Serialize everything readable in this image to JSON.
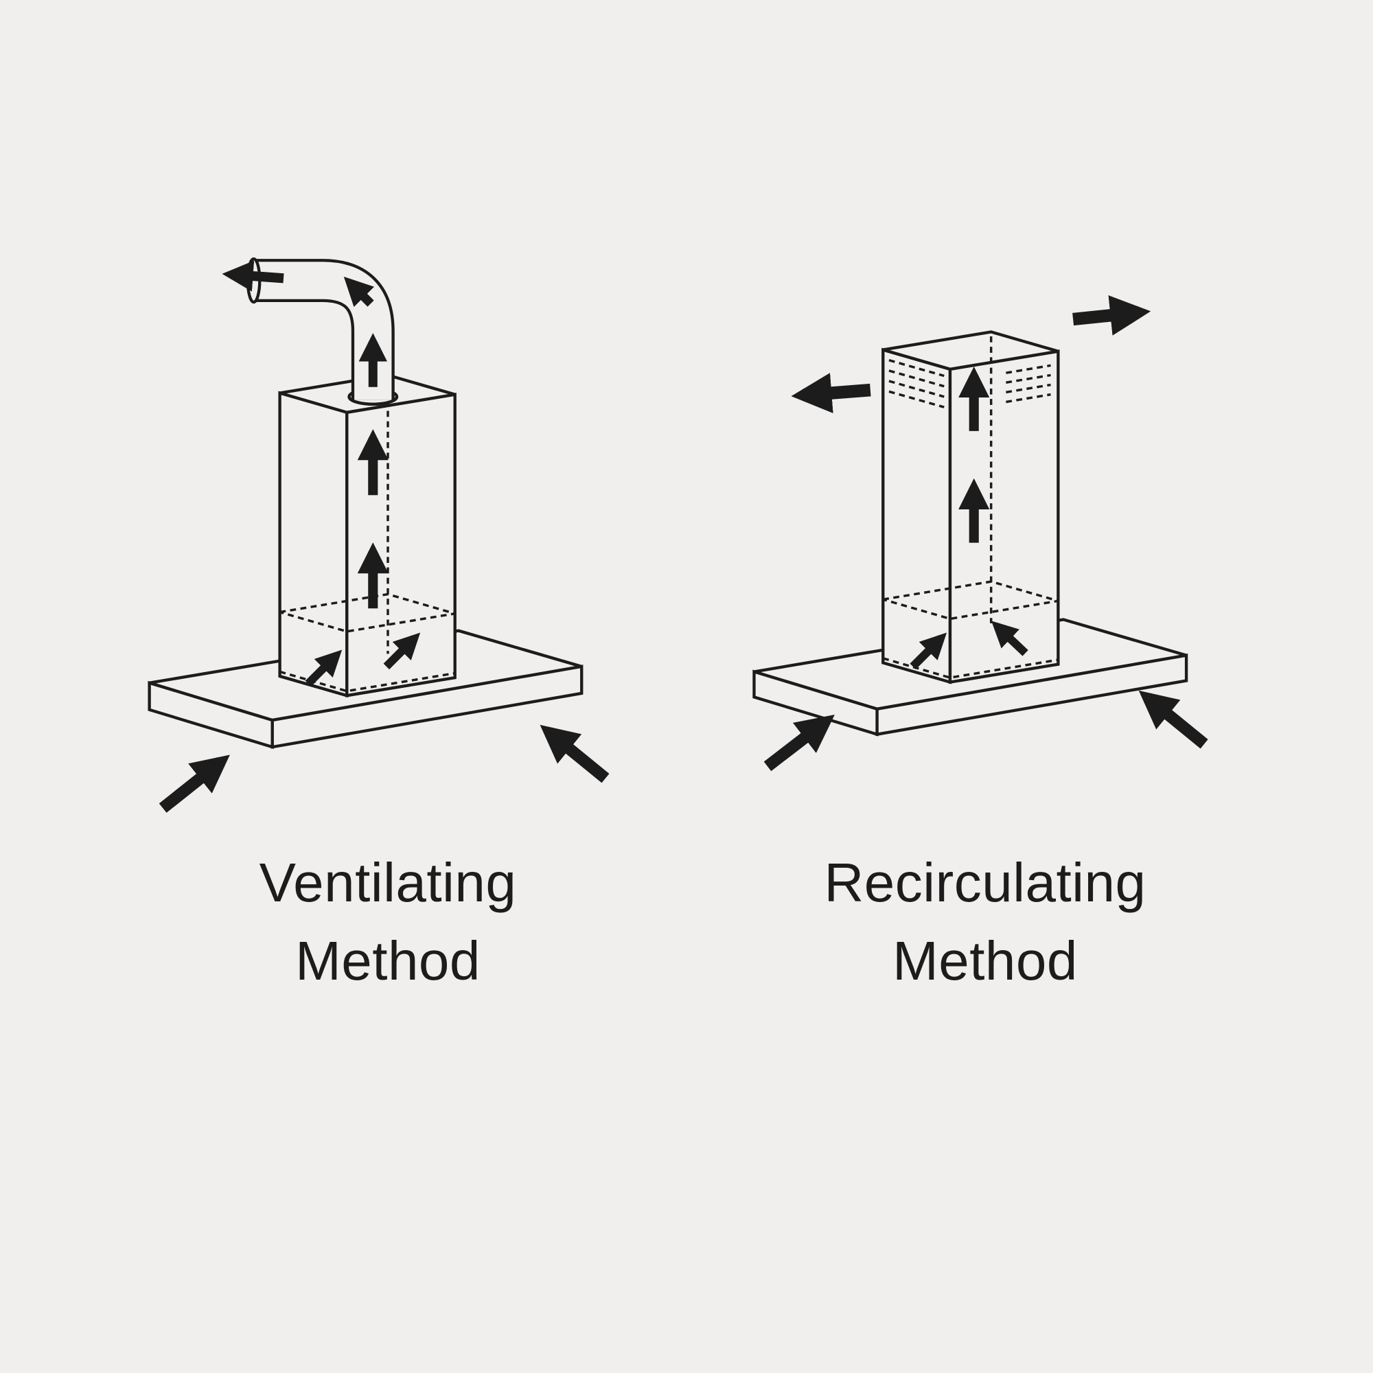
{
  "page": {
    "background_color": "#f0efed",
    "line_color": "#1c1c1c",
    "arrow_color": "#1c1c1c"
  },
  "figures": [
    {
      "id": "ventilating",
      "label_line1": "Ventilating",
      "label_line2": "Method",
      "description_elements": [
        "hood-base",
        "chimney-duct",
        "exhaust-pipe",
        "airflow-arrows"
      ]
    },
    {
      "id": "recirculating",
      "label_line1": "Recirculating",
      "label_line2": "Method",
      "description_elements": [
        "hood-base",
        "chimney-duct",
        "vent-slats",
        "airflow-arrows"
      ]
    }
  ]
}
